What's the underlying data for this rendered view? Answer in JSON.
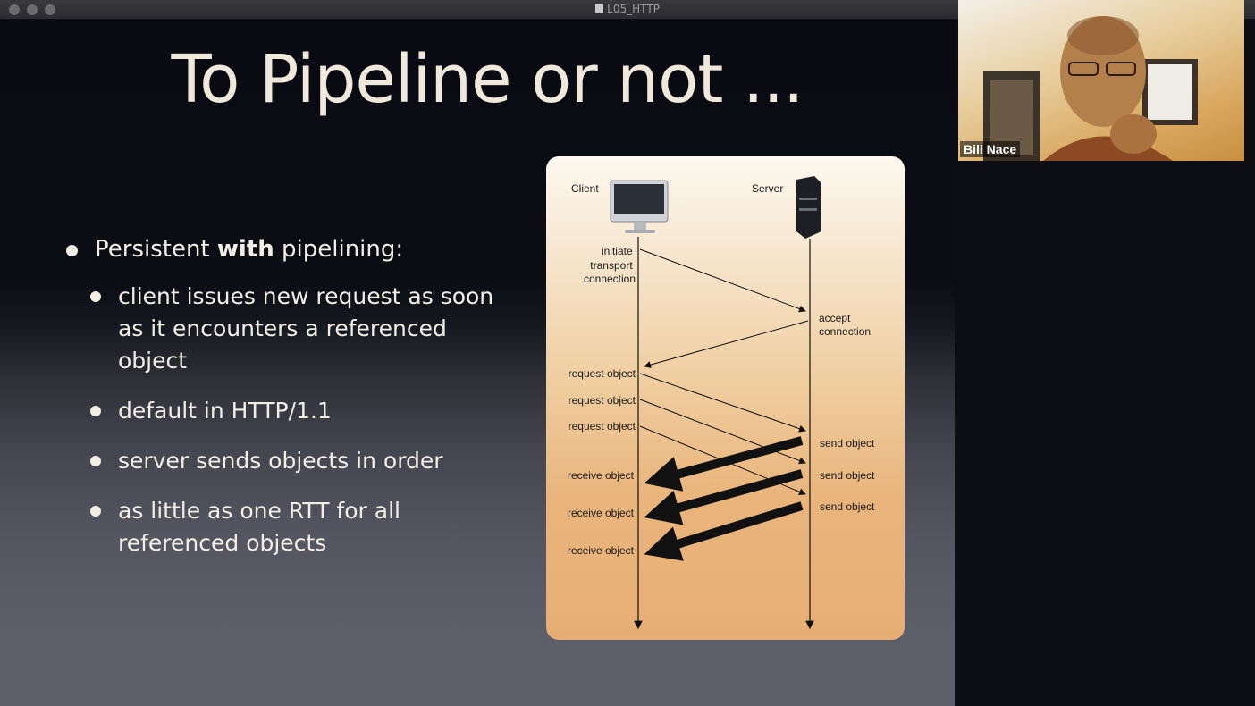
{
  "window": {
    "title": "L05_HTTP"
  },
  "slide": {
    "title": "To Pipeline or not ...",
    "bullet_main_prefix": "Persistent ",
    "bullet_main_bold": "with",
    "bullet_main_suffix": " pipelining:",
    "sub_bullets": [
      "client issues new request as soon as it encounters a referenced object",
      "default in HTTP/1.1",
      "server sends objects in order",
      "as little as one RTT for all referenced objects"
    ]
  },
  "diagram": {
    "client_label": "Client",
    "server_label": "Server",
    "initiate_lines": [
      "initiate",
      "transport",
      "connection"
    ],
    "accept_lines": [
      "accept",
      "connection"
    ],
    "request_labels": [
      "request object",
      "request object",
      "request object"
    ],
    "send_labels": [
      "send object",
      "send object",
      "send object"
    ],
    "receive_labels": [
      "receive object",
      "receive object",
      "receive object"
    ]
  },
  "webcam": {
    "participant_name": "Bill Nace"
  },
  "colors": {
    "slide_text": "#f2eee6",
    "diagram_bg": "#e9b57d",
    "title_text": "#f1e8dc"
  }
}
